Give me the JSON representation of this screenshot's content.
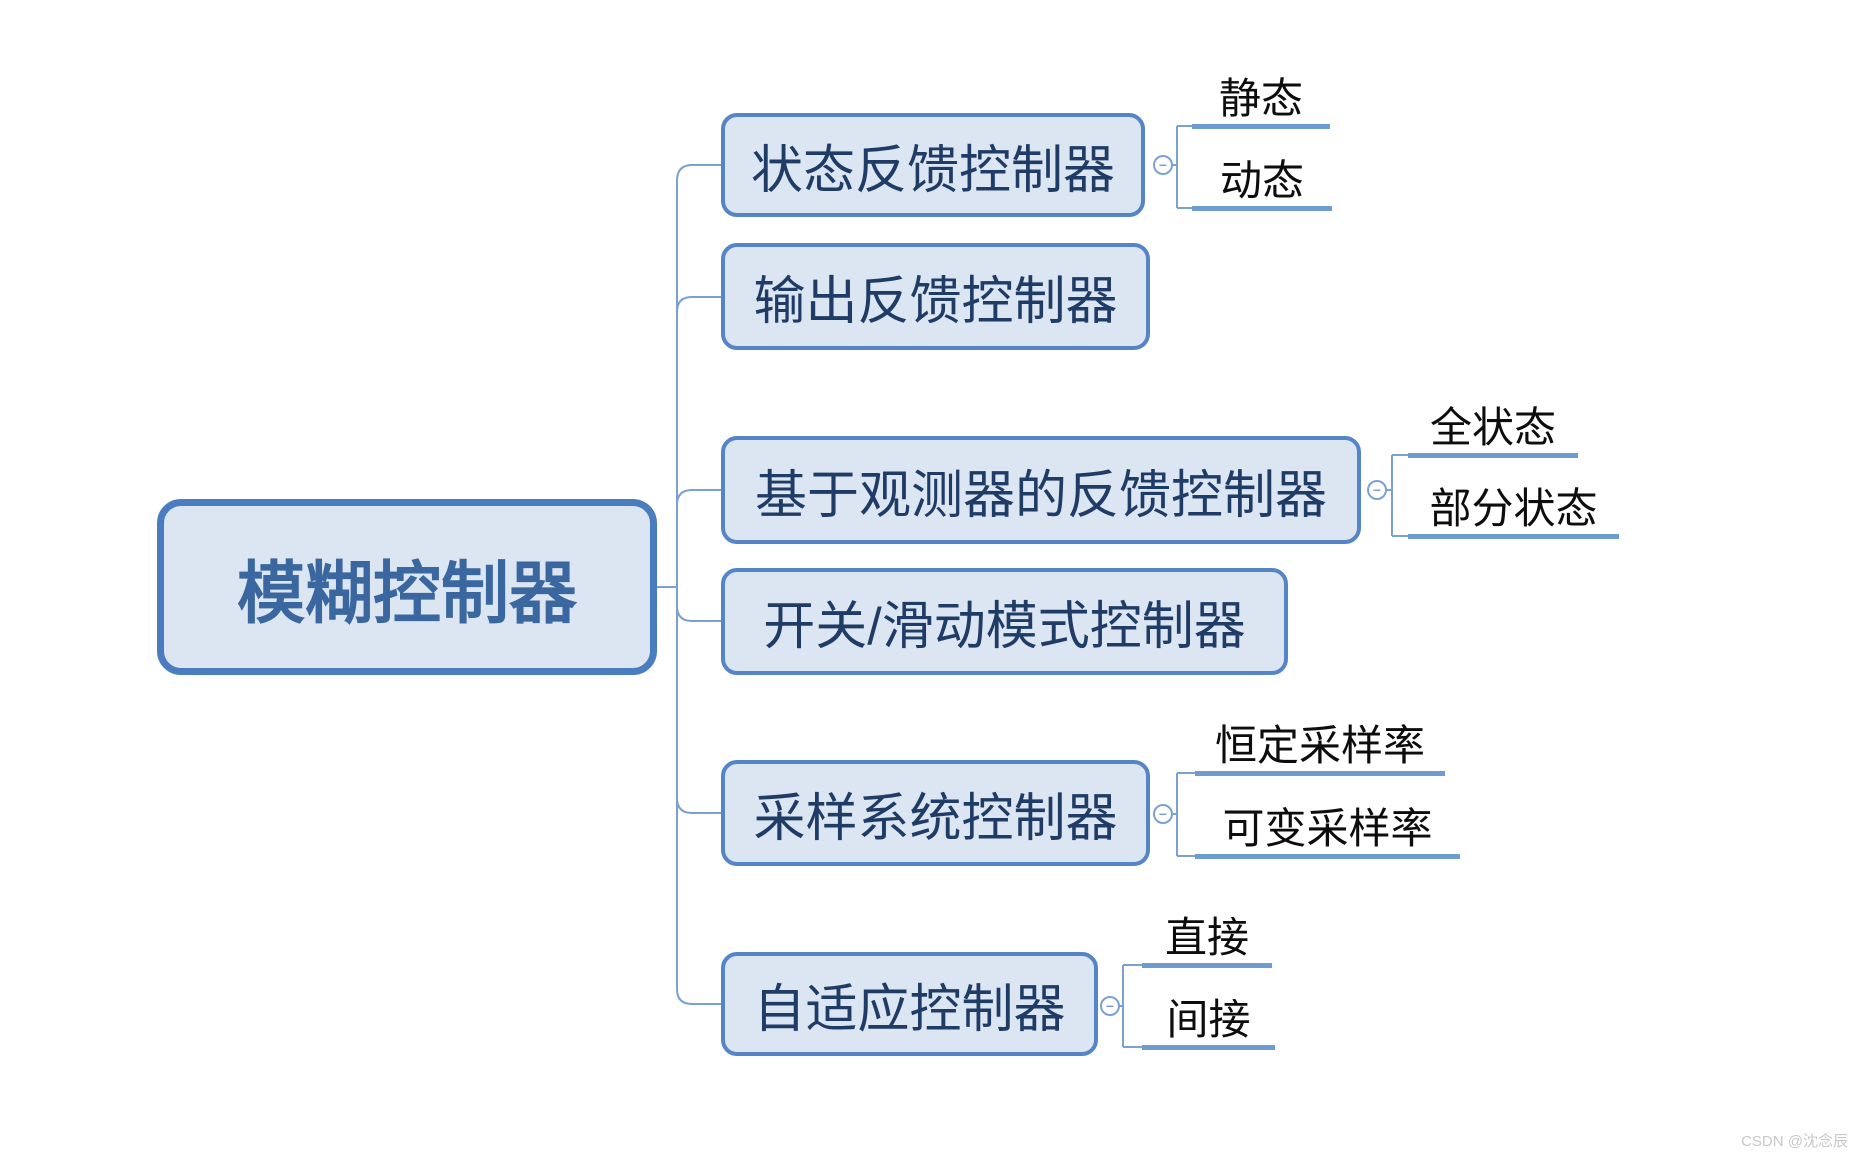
{
  "root": {
    "label": "模糊控制器"
  },
  "branches": [
    {
      "label": "状态反馈控制器",
      "children": [
        "静态",
        "动态"
      ]
    },
    {
      "label": "输出反馈控制器",
      "children": []
    },
    {
      "label": "基于观测器的反馈控制器",
      "children": [
        "全状态",
        "部分状态"
      ]
    },
    {
      "label": "开关/滑动模式控制器",
      "children": []
    },
    {
      "label": "采样系统控制器",
      "children": [
        "恒定采样率",
        "可变采样率"
      ]
    },
    {
      "label": "自适应控制器",
      "children": [
        "直接",
        "间接"
      ]
    }
  ],
  "collapse_glyph": "−",
  "watermark": "CSDN @沈念辰",
  "colors": {
    "fill": "#dce6f2",
    "border": "#5585c7",
    "root-border": "#4a7dbf",
    "line": "#7ba1d4",
    "underline": "#6f9bd3",
    "branch-text": "#1f3c66",
    "root-text": "#3a679f",
    "child-text": "#0d0d0d",
    "watermark": "#c8c8c8"
  }
}
